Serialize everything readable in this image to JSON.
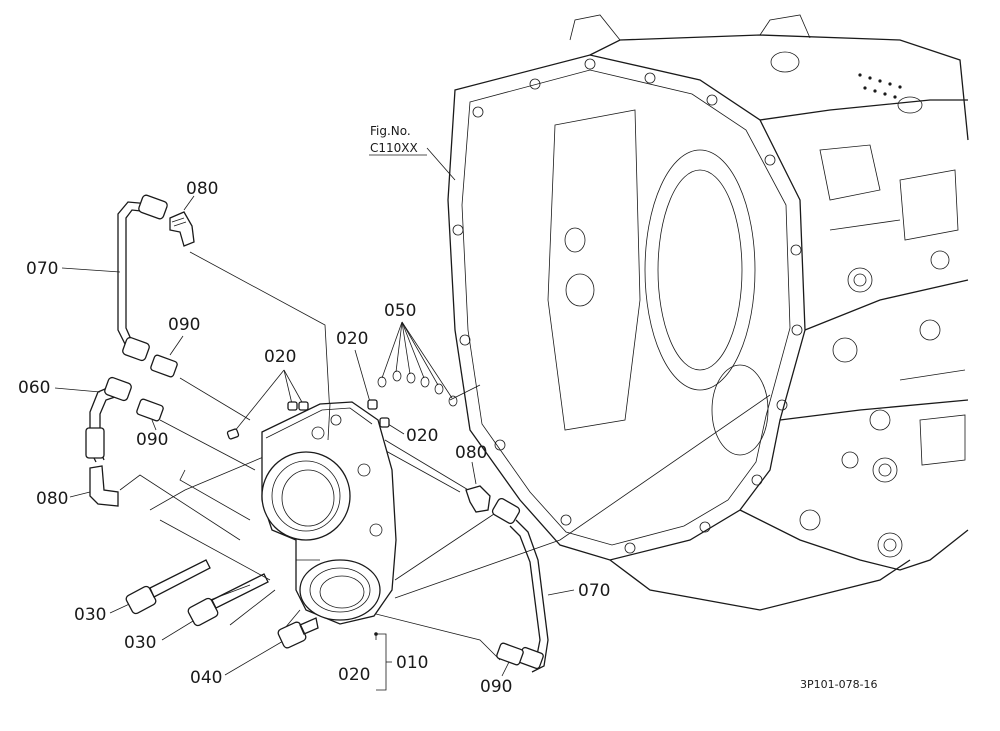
{
  "figure_ref": {
    "line1": "Fig.No.",
    "line2": "C110XX"
  },
  "drawing_number": "3P101-078-16",
  "callouts": {
    "c080_top": "080",
    "c070_left": "070",
    "c090_top": "090",
    "c060": "060",
    "c090_mid": "090",
    "c080_bottom": "080",
    "c020_pins": "020",
    "c020_right_a": "020",
    "c050": "050",
    "c020_right_b": "020",
    "c080_right": "080",
    "c070_right": "070",
    "c030_a": "030",
    "c030_b": "030",
    "c040": "040",
    "c020_bracket": "020",
    "c010": "010",
    "c090_bottom": "090"
  }
}
